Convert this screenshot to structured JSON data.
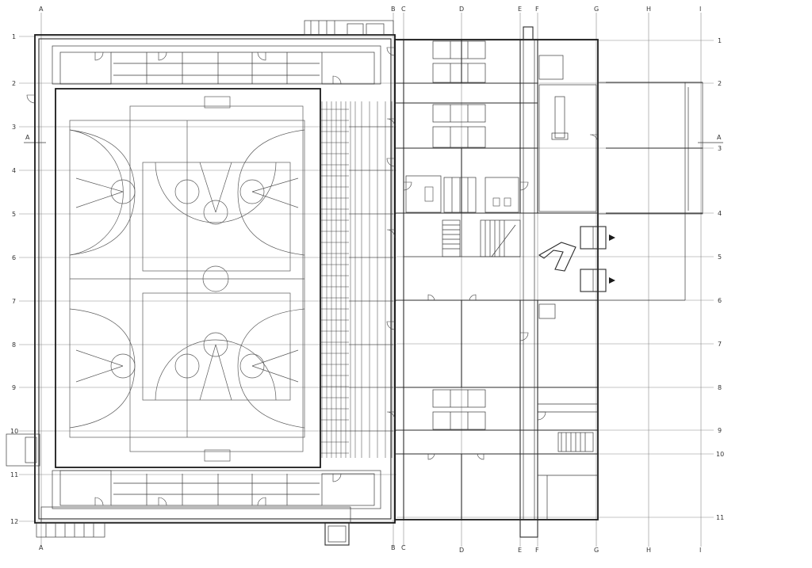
{
  "grid_columns_top": [
    "A",
    "B",
    "C",
    "D",
    "E",
    "F",
    "G",
    "H",
    "I"
  ],
  "grid_columns_bottom": [
    "A",
    "B",
    "C",
    "D",
    "E",
    "F",
    "G",
    "H",
    "I"
  ],
  "grid_rows_left": [
    "1",
    "2",
    "3",
    "4",
    "5",
    "6",
    "7",
    "8",
    "9",
    "10",
    "11",
    "12"
  ],
  "grid_rows_right": [
    "1",
    "2",
    "3",
    "4",
    "5",
    "6",
    "7",
    "8",
    "9",
    "10",
    "11"
  ],
  "section_marker_left": "A",
  "section_marker_right": "A"
}
